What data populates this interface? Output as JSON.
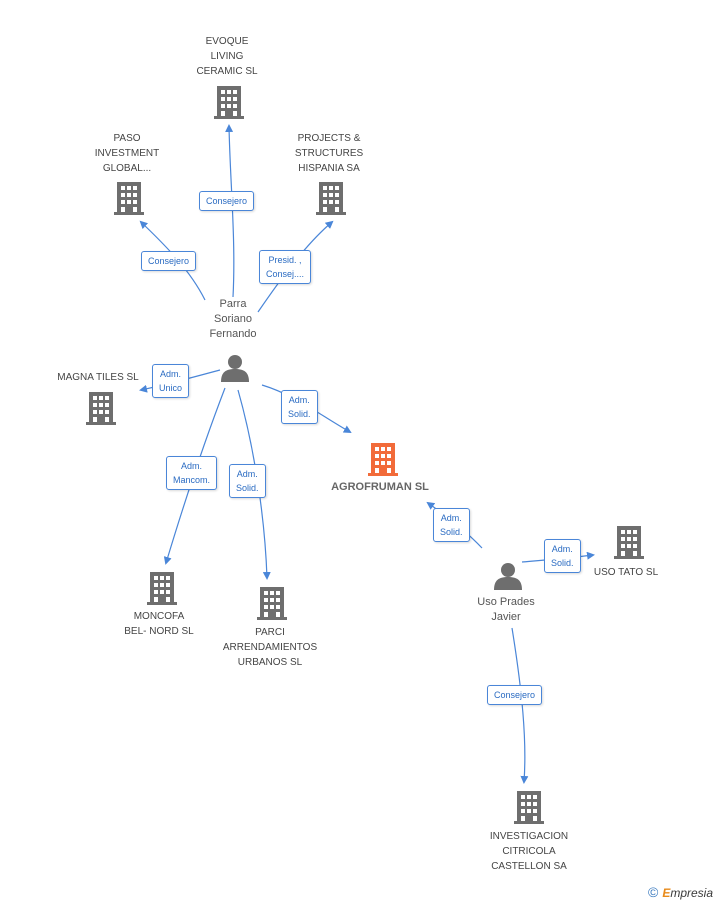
{
  "nodes": {
    "evoque": [
      "EVOQUE",
      "LIVING",
      "CERAMIC SL"
    ],
    "paso": [
      "PASO",
      "INVESTMENT",
      "GLOBAL..."
    ],
    "projects": [
      "PROJECTS &",
      "STRUCTURES",
      "HISPANIA SA"
    ],
    "parra": [
      "Parra",
      "Soriano",
      "Fernando"
    ],
    "magna": [
      "MAGNA TILES SL"
    ],
    "agrofruman": [
      "AGROFRUMAN SL"
    ],
    "moncofa": [
      "MONCOFA",
      "BEL- NORD SL"
    ],
    "parci": [
      "PARCI",
      "ARRENDAMIENTOS",
      "URBANOS SL"
    ],
    "uso_prades": [
      "Uso Prades",
      "Javier"
    ],
    "uso_tato": [
      "USO TATO SL"
    ],
    "investigacion": [
      "INVESTIGACION",
      "CITRICOLA",
      "CASTELLON SA"
    ]
  },
  "relations": {
    "parra_evoque": [
      "Consejero"
    ],
    "parra_paso": [
      "Consejero"
    ],
    "parra_projects": [
      "Presid. ,",
      "Consej...."
    ],
    "parra_magna": [
      "Adm.",
      "Unico"
    ],
    "parra_agrofruman": [
      "Adm.",
      "Solid."
    ],
    "parra_moncofa": [
      "Adm.",
      "Mancom."
    ],
    "parra_parci": [
      "Adm.",
      "Solid."
    ],
    "uso_agrofruman": [
      "Adm.",
      "Solid."
    ],
    "uso_tato": [
      "Adm.",
      "Solid."
    ],
    "uso_investigacion": [
      "Consejero"
    ]
  },
  "colors": {
    "edge": "#4a86d8",
    "building": "#6e6e6e",
    "focus_building": "#f26b3a",
    "person": "#6e6e6e"
  },
  "brand": {
    "copyright": "©",
    "e": "E",
    "rest": "mpresia"
  }
}
